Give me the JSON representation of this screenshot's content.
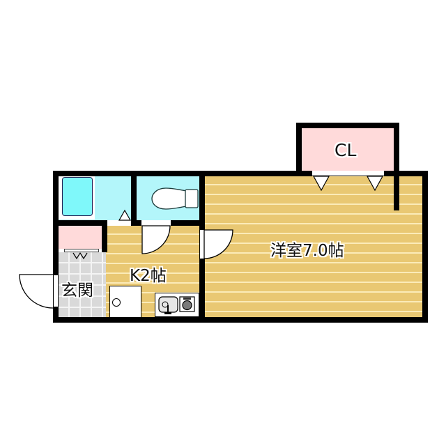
{
  "floor_plan": {
    "rooms": {
      "closet": {
        "label": "CL"
      },
      "western_room": {
        "label": "洋室7.0帖"
      },
      "kitchen": {
        "label": "K2帖"
      },
      "entrance": {
        "label": "玄関"
      },
      "bathroom": {
        "label": ""
      },
      "toilet": {
        "label": ""
      },
      "shoe_box": {
        "label": ""
      }
    },
    "colors": {
      "wall": "#000000",
      "floor": "#E9C873",
      "floor_line": "#FBEBB8",
      "wet_area": "#B3F6FA",
      "bathtub": "#7FF8FA",
      "closet": "#FFD9D9",
      "entrance_tile": "#D9D9D9"
    }
  }
}
